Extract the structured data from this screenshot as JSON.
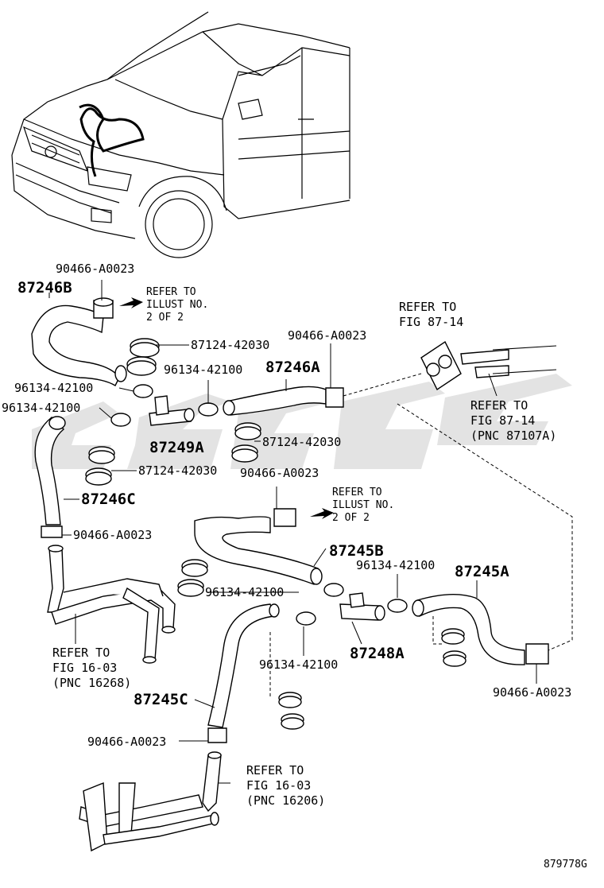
{
  "diagram_id": "879778G",
  "parts": {
    "clamp_a0023": "90466-A0023",
    "clamp_42100": "96134-42100",
    "clamp_42030": "87124-42030",
    "hose_87246B": "87246B",
    "hose_87246A": "87246A",
    "hose_87246C": "87246C",
    "joint_87249A": "87249A",
    "hose_87245B": "87245B",
    "hose_87245A": "87245A",
    "hose_87245C": "87245C",
    "joint_87248A": "87248A"
  },
  "refs": {
    "illust_1": {
      "l1": "REFER TO",
      "l2": "ILLUST NO.",
      "l3": "2 OF 2"
    },
    "illust_2": {
      "l1": "REFER TO",
      "l2": "ILLUST NO.",
      "l3": "2 OF 2"
    },
    "fig_87_14_top": {
      "l1": "REFER TO",
      "l2": "FIG 87-14"
    },
    "fig_87_14_right": {
      "l1": "REFER TO",
      "l2": "FIG 87-14",
      "l3": "(PNC 87107A)"
    },
    "fig_16_03_left": {
      "l1": "REFER TO",
      "l2": "FIG 16-03",
      "l3": "(PNC 16268)"
    },
    "fig_16_03_bottom": {
      "l1": "REFER TO",
      "l2": "FIG 16-03",
      "l3": "(PNC 16206)"
    }
  }
}
